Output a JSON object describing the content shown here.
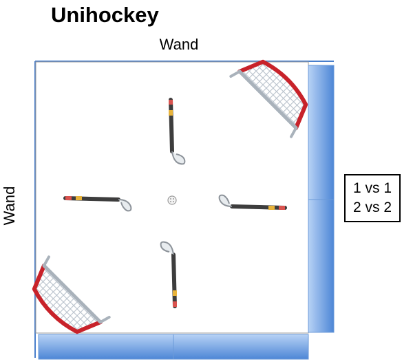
{
  "title": "Unihockey",
  "walls": {
    "top_label": "Wand",
    "left_label": "Wand"
  },
  "info_box": {
    "line1": "1 vs 1",
    "line2": "2 vs 2"
  },
  "colors": {
    "board_fill": "#8db4ea",
    "board_edge": "#5b8ed6",
    "goal_frame": "#c8222a",
    "goal_net": "#b9c2cc",
    "stick_shaft": "#3d3d3d",
    "stick_tape_red": "#d9534f",
    "stick_tape_yellow": "#e8b33a"
  }
}
